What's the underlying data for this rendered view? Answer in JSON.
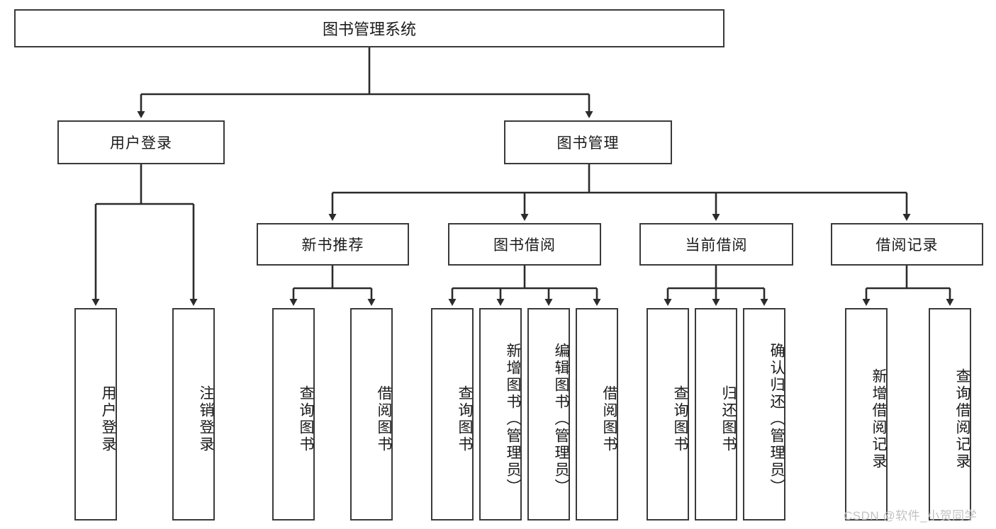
{
  "diagram": {
    "title": "图书管理系统",
    "type": "功能结构图",
    "watermark": "CSDN @软件_小贺同学",
    "colors": {
      "box_border": "#3a3a3a",
      "box_fill": "#ffffff",
      "connector": "#2b2b2b",
      "text": "#1a1a1a",
      "watermark": "#c2c2c2"
    },
    "levels": {
      "root": {
        "label": "图书管理系统"
      },
      "level2": [
        {
          "id": "user-login",
          "label": "用户登录"
        },
        {
          "id": "book-management",
          "label": "图书管理"
        }
      ],
      "level3": [
        {
          "id": "new-book-recommend",
          "label": "新书推荐"
        },
        {
          "id": "book-borrow",
          "label": "图书借阅"
        },
        {
          "id": "current-borrow",
          "label": "当前借阅"
        },
        {
          "id": "borrow-record",
          "label": "借阅记录"
        }
      ],
      "leaves": {
        "user_login": [
          {
            "id": "leaf-user-login",
            "label": "用户登录"
          },
          {
            "id": "leaf-logout",
            "label": "注销登录"
          }
        ],
        "new_book_recommend": [
          {
            "id": "leaf-query-book-1",
            "label": "查询图书"
          },
          {
            "id": "leaf-borrow-book-1",
            "label": "借阅图书"
          }
        ],
        "book_borrow": [
          {
            "id": "leaf-query-book-2",
            "label": "查询图书"
          },
          {
            "id": "leaf-add-book",
            "label": "新增图书（管理员）"
          },
          {
            "id": "leaf-edit-book",
            "label": "编辑图书（管理员）"
          },
          {
            "id": "leaf-borrow-book-2",
            "label": "借阅图书"
          }
        ],
        "current_borrow": [
          {
            "id": "leaf-query-book-3",
            "label": "查询图书"
          },
          {
            "id": "leaf-return-book",
            "label": "归还图书"
          },
          {
            "id": "leaf-confirm-return",
            "label": "确认归还（管理员）"
          }
        ],
        "borrow_record": [
          {
            "id": "leaf-add-record",
            "label": "新增借阅记录"
          },
          {
            "id": "leaf-query-record",
            "label": "查询借阅记录"
          }
        ]
      }
    }
  }
}
